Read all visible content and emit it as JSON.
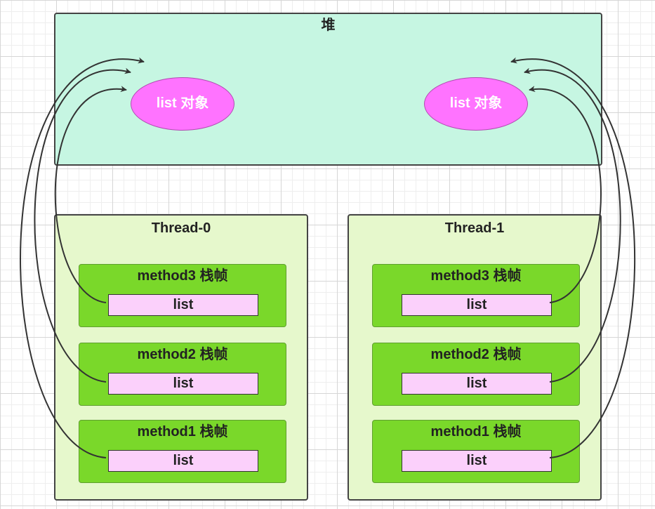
{
  "heap": {
    "title": "堆",
    "objects": [
      {
        "label": "list 对象"
      },
      {
        "label": "list 对象"
      }
    ]
  },
  "threads": [
    {
      "title": "Thread-0",
      "frames": [
        {
          "title": "method3 栈帧",
          "var": "list"
        },
        {
          "title": "method2 栈帧",
          "var": "list"
        },
        {
          "title": "method1 栈帧",
          "var": "list"
        }
      ]
    },
    {
      "title": "Thread-1",
      "frames": [
        {
          "title": "method3 栈帧",
          "var": "list"
        },
        {
          "title": "method2 栈帧",
          "var": "list"
        },
        {
          "title": "method1 栈帧",
          "var": "list"
        }
      ]
    }
  ],
  "colors": {
    "heap_fill": "#c6f6e2",
    "thread_fill": "#e6f8cc",
    "frame_fill": "#7ad82a",
    "var_fill": "#fbd0fb",
    "object_fill": "#ff73ff",
    "arrow": "#333333"
  }
}
